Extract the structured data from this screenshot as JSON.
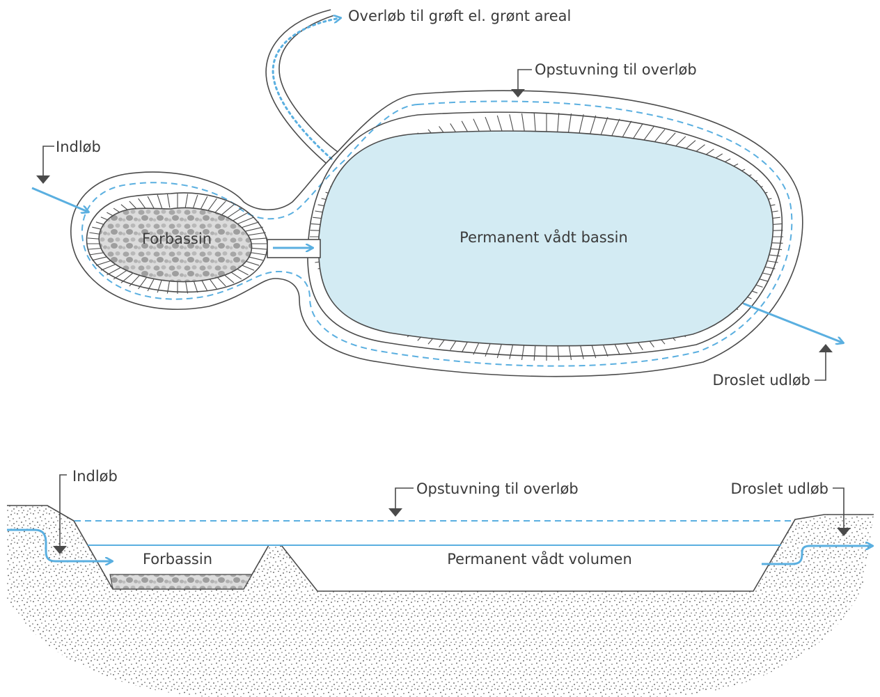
{
  "colors": {
    "water": "#5aafe0",
    "pond_fill": "#d3ebf3",
    "outline": "#4a4a4a",
    "gravel": "#a6a6a6",
    "soil_dots": "#4a4a4a",
    "label": "#3a3a3a"
  },
  "plan_view": {
    "overflow_label": "Overløb til grøft el. grønt areal",
    "storage_label": "Opstuvning til overløb",
    "inlet_label": "Indløb",
    "forebay_label": "Forbassin",
    "pond_label": "Permanent vådt bassin",
    "outlet_label": "Droslet udløb"
  },
  "section_view": {
    "inlet_label": "Indløb",
    "storage_label": "Opstuvning til overløb",
    "outlet_label": "Droslet udløb",
    "forebay_label": "Forbassin",
    "volume_label": "Permanent vådt volumen"
  }
}
